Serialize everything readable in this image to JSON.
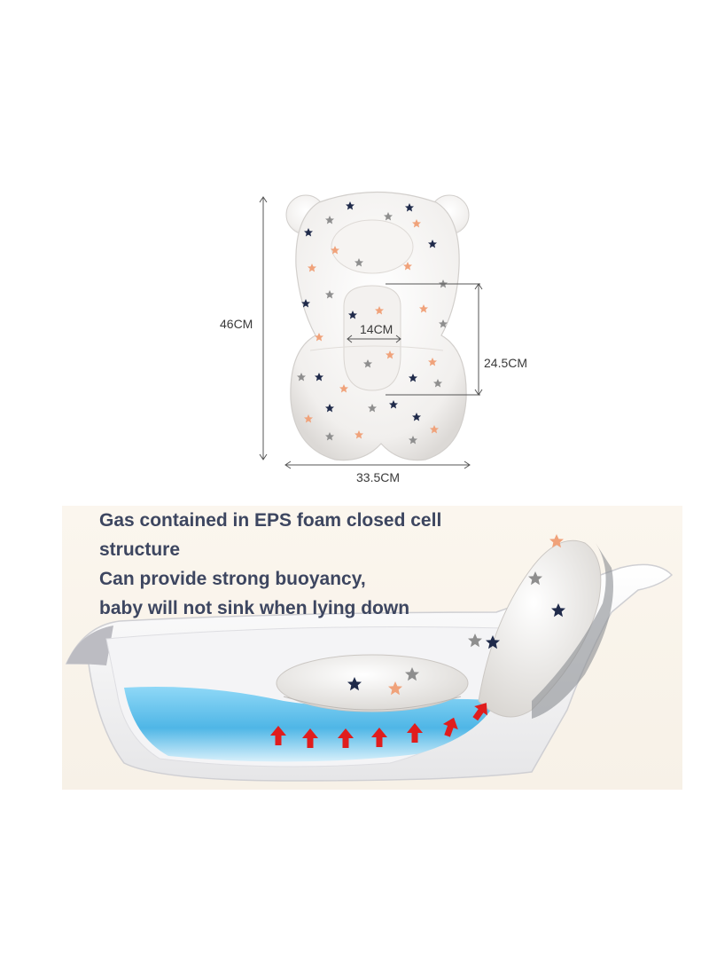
{
  "dimensions": {
    "height": "46CM",
    "width": "33.5CM",
    "inner_width": "14CM",
    "inner_height": "24.5CM"
  },
  "caption": {
    "line1": "Gas contained in EPS foam closed cell",
    "line2": "structure",
    "line3": "Can provide strong buoyancy,",
    "line4": "baby will not sink when lying down"
  },
  "colors": {
    "star_navy": "#1f2a4a",
    "star_orange": "#f0a27a",
    "star_gray": "#8e8e8e",
    "arrow_red": "#e01d1d",
    "water": "#5fc1ec",
    "caption_text": "#3d4660"
  }
}
